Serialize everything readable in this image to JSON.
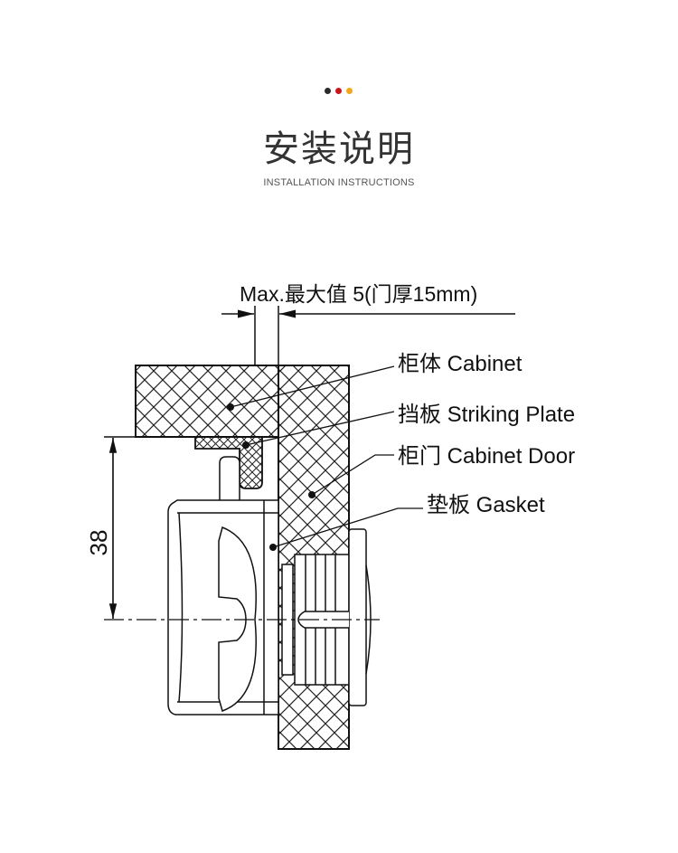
{
  "header": {
    "dots": [
      "#2b2b2b",
      "#c8161d",
      "#f0a81c"
    ],
    "title": "安装说明",
    "subtitle": "INSTALLATION INSTRUCTIONS"
  },
  "diagram": {
    "max_dimension": "Max.最大值 5(门厚15mm)",
    "height_dimension": "38",
    "labels": {
      "cabinet": "柜体 Cabinet",
      "striking_plate": "挡板 Striking Plate",
      "cabinet_door": "柜门 Cabinet Door",
      "gasket": "垫板 Gasket"
    }
  }
}
